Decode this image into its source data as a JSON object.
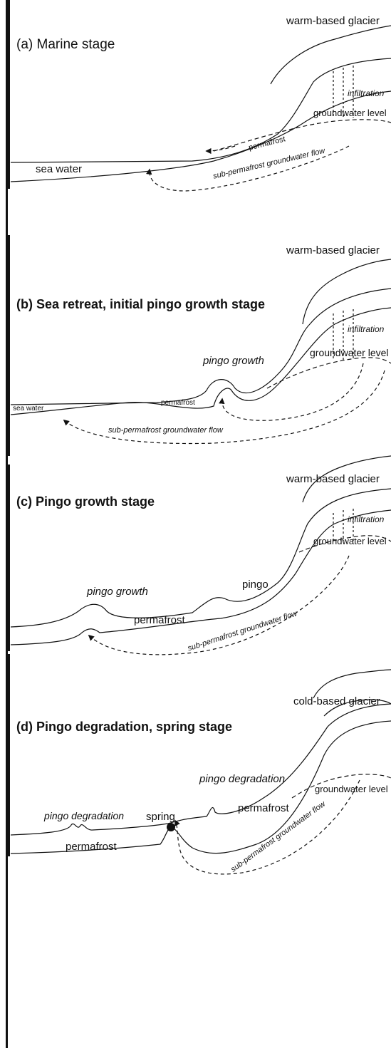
{
  "panels": [
    {
      "title": "(a) Marine stage",
      "labels": {
        "glacier": "warm-based glacier",
        "infiltration": "infiltration",
        "groundwater": "groundwater level",
        "permafrost": "permafrost",
        "sea": "sea water",
        "flow": "sub-permafrost groundwater flow"
      }
    },
    {
      "title": "(b) Sea retreat, initial pingo growth stage",
      "labels": {
        "glacier": "warm-based glacier",
        "infiltration": "infiltration",
        "groundwater": "groundwater level",
        "pingo_growth": "pingo growth",
        "permafrost": "permafrost",
        "sea": "sea water",
        "flow": "sub-permafrost groundwater flow"
      }
    },
    {
      "title": "(c) Pingo growth stage",
      "labels": {
        "glacier": "warm-based glacier",
        "infiltration": "infiltration",
        "groundwater": "groundwater level",
        "pingo": "pingo",
        "pingo_growth": "pingo growth",
        "permafrost": "permafrost",
        "flow": "sub-permafrost groundwater flow"
      }
    },
    {
      "title": "(d) Pingo degradation, spring stage",
      "labels": {
        "glacier": "cold-based glacier",
        "pingo_degradation_right": "pingo degradation",
        "pingo_degradation_left": "pingo degradation",
        "spring": "spring",
        "groundwater": "groundwater level",
        "permafrost_right": "permafrost",
        "permafrost_left": "permafrost",
        "flow": "sub-permafrost groundwater flow"
      }
    }
  ]
}
